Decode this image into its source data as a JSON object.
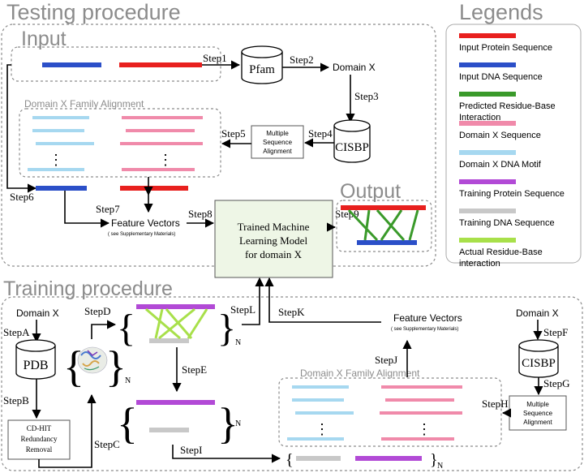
{
  "titles": {
    "testing": "Testing procedure",
    "input": "Input",
    "output": "Output",
    "legends": "Legends",
    "training": "Training procedure"
  },
  "steps": {
    "s1": "Step1",
    "s2": "Step2",
    "s3": "Step3",
    "s4": "Step4",
    "s5": "Step5",
    "s6": "Step6",
    "s7": "Step7",
    "s8": "Step8",
    "s9": "Step9",
    "sA": "StepA",
    "sB": "StepB",
    "sC": "StepC",
    "sD": "StepD",
    "sE": "StepE",
    "sF": "StepF",
    "sG": "StepG",
    "sH": "StepH",
    "sI": "StepI",
    "sJ": "StepJ",
    "sK": "StepK",
    "sL": "StepL"
  },
  "nodes": {
    "pfam": "Pfam",
    "domain_x": "Domain X",
    "cisbp": "CISBP",
    "msa": [
      "Multiple",
      "Sequence",
      "Alignment"
    ],
    "family_alignment": "Domain X Family Alignment",
    "feature_vectors": "Feature Vectors",
    "see_supp": "( see Supplementary Materials)",
    "model": [
      "Trained Machine",
      "Learning Model",
      "for domain X"
    ],
    "pdb": "PDB",
    "cdhit": [
      "CD-HIT",
      "Redundancy",
      "Removal"
    ],
    "n": "N",
    "ellipsis": "⋮"
  },
  "legend": [
    {
      "label": "Input Protein Sequence",
      "color": "#e8201e"
    },
    {
      "label": "Input DNA Sequence",
      "color": "#2b4fc8"
    },
    {
      "label": "Predicted Residue-Base Interaction",
      "color": "#3a9a2a"
    },
    {
      "label": "Domain X Sequence",
      "color": "#f08aaa"
    },
    {
      "label": "Domain X DNA Motif",
      "color": "#a6d8f0"
    },
    {
      "label": "Training Protein Sequence",
      "color": "#b24ad6"
    },
    {
      "label": "Training DNA Sequence",
      "color": "#c8c8c8"
    },
    {
      "label": "Actual Residue-Base interaction",
      "color": "#a8e04a"
    }
  ],
  "colors": {
    "protein": "#e8201e",
    "dna": "#2b4fc8",
    "predicted": "#3a9a2a",
    "domain_seq": "#f08aaa",
    "motif": "#a6d8f0",
    "train_protein": "#b24ad6",
    "train_dna": "#c8c8c8",
    "actual": "#a8e04a",
    "model_fill": "#eef6e6"
  }
}
